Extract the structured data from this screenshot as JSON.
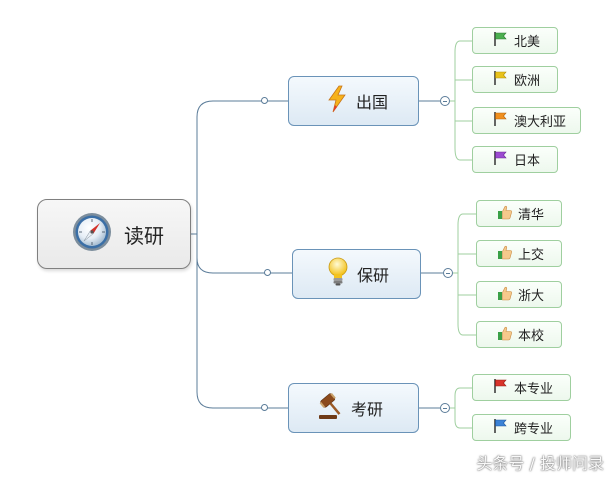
{
  "root": {
    "label": "读研",
    "icon": "compass-icon"
  },
  "branches": [
    {
      "label": "出国",
      "icon": "lightning-icon",
      "leaves": [
        {
          "label": "北美",
          "flag_color": "#4caf50"
        },
        {
          "label": "欧洲",
          "flag_color": "#e8c21a"
        },
        {
          "label": "澳大利亚",
          "flag_color": "#f0901e"
        },
        {
          "label": "日本",
          "flag_color": "#9c4bd1"
        }
      ]
    },
    {
      "label": "保研",
      "icon": "light-bulb-icon",
      "leaves": [
        {
          "label": "清华",
          "icon": "thumbs-up-icon"
        },
        {
          "label": "上交",
          "icon": "thumbs-up-icon"
        },
        {
          "label": "浙大",
          "icon": "thumbs-up-icon"
        },
        {
          "label": "本校",
          "icon": "thumbs-up-icon"
        }
      ]
    },
    {
      "label": "考研",
      "icon": "gavel-icon",
      "leaves": [
        {
          "label": "本专业",
          "flag_color": "#d9342b"
        },
        {
          "label": "跨专业",
          "flag_color": "#3b82d6"
        }
      ]
    }
  ],
  "colors": {
    "connector": "#5b7c99",
    "leaf_connector": "#9fcf9f",
    "branch_border": "#6a93b8"
  },
  "watermark": "头条号 / 投师问录"
}
